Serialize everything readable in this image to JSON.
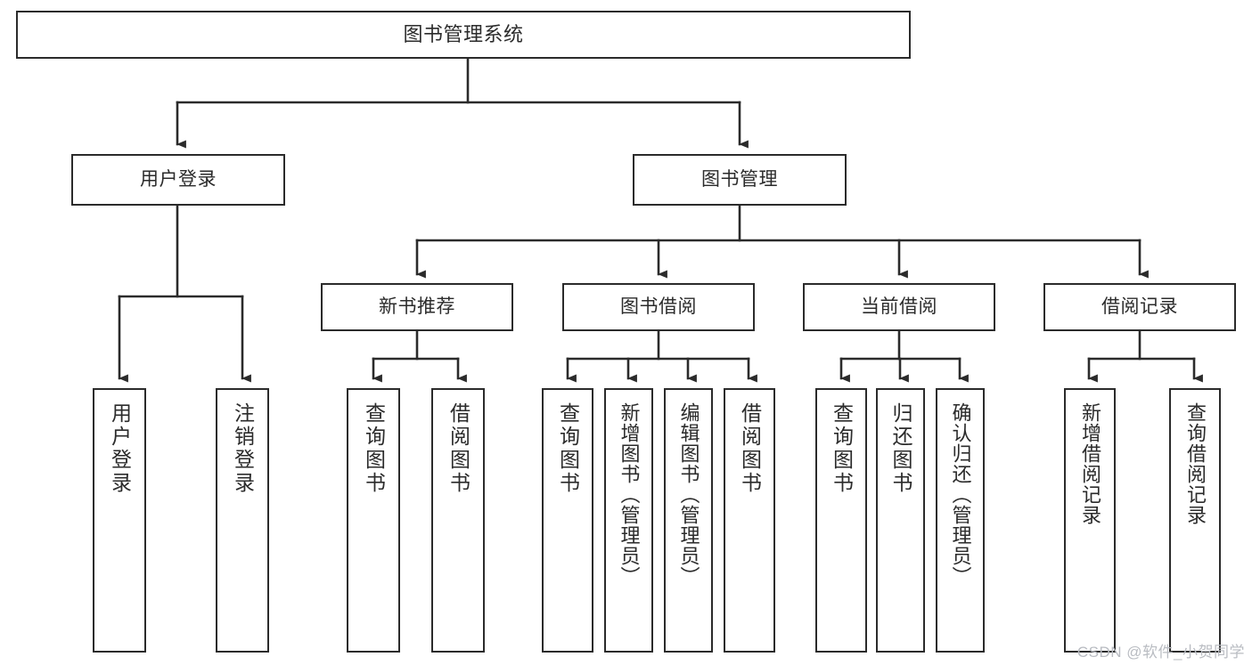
{
  "diagram": {
    "title": "图书管理系统",
    "type": "tree",
    "colors": {
      "line": "#2b2b2b",
      "box_border": "#2b2b2b",
      "box_fill": "#ffffff",
      "text": "#2b2b2b",
      "background": "#ffffff",
      "watermark": "#b9bcc2"
    },
    "nodes": {
      "root": {
        "label": "图书管理系统"
      },
      "level2": [
        {
          "label": "用户登录"
        },
        {
          "label": "图书管理"
        }
      ],
      "level3": [
        {
          "label": "新书推荐"
        },
        {
          "label": "图书借阅"
        },
        {
          "label": "当前借阅"
        },
        {
          "label": "借阅记录"
        }
      ],
      "leaves": {
        "user_login": [
          {
            "label": "用户登录"
          },
          {
            "label": "注销登录"
          }
        ],
        "new_book": [
          {
            "label": "查询图书"
          },
          {
            "label": "借阅图书"
          }
        ],
        "book_borrow": [
          {
            "label": "查询图书"
          },
          {
            "label": "新增图书（管理员）"
          },
          {
            "label": "编辑图书（管理员）"
          },
          {
            "label": "借阅图书"
          }
        ],
        "current_borrow": [
          {
            "label": "查询图书"
          },
          {
            "label": "归还图书"
          },
          {
            "label": "确认归还（管理员）"
          }
        ],
        "borrow_record": [
          {
            "label": "新增借阅记录"
          },
          {
            "label": "查询借阅记录"
          }
        ]
      }
    },
    "watermark": "CSDN @软件_小贺同学"
  }
}
